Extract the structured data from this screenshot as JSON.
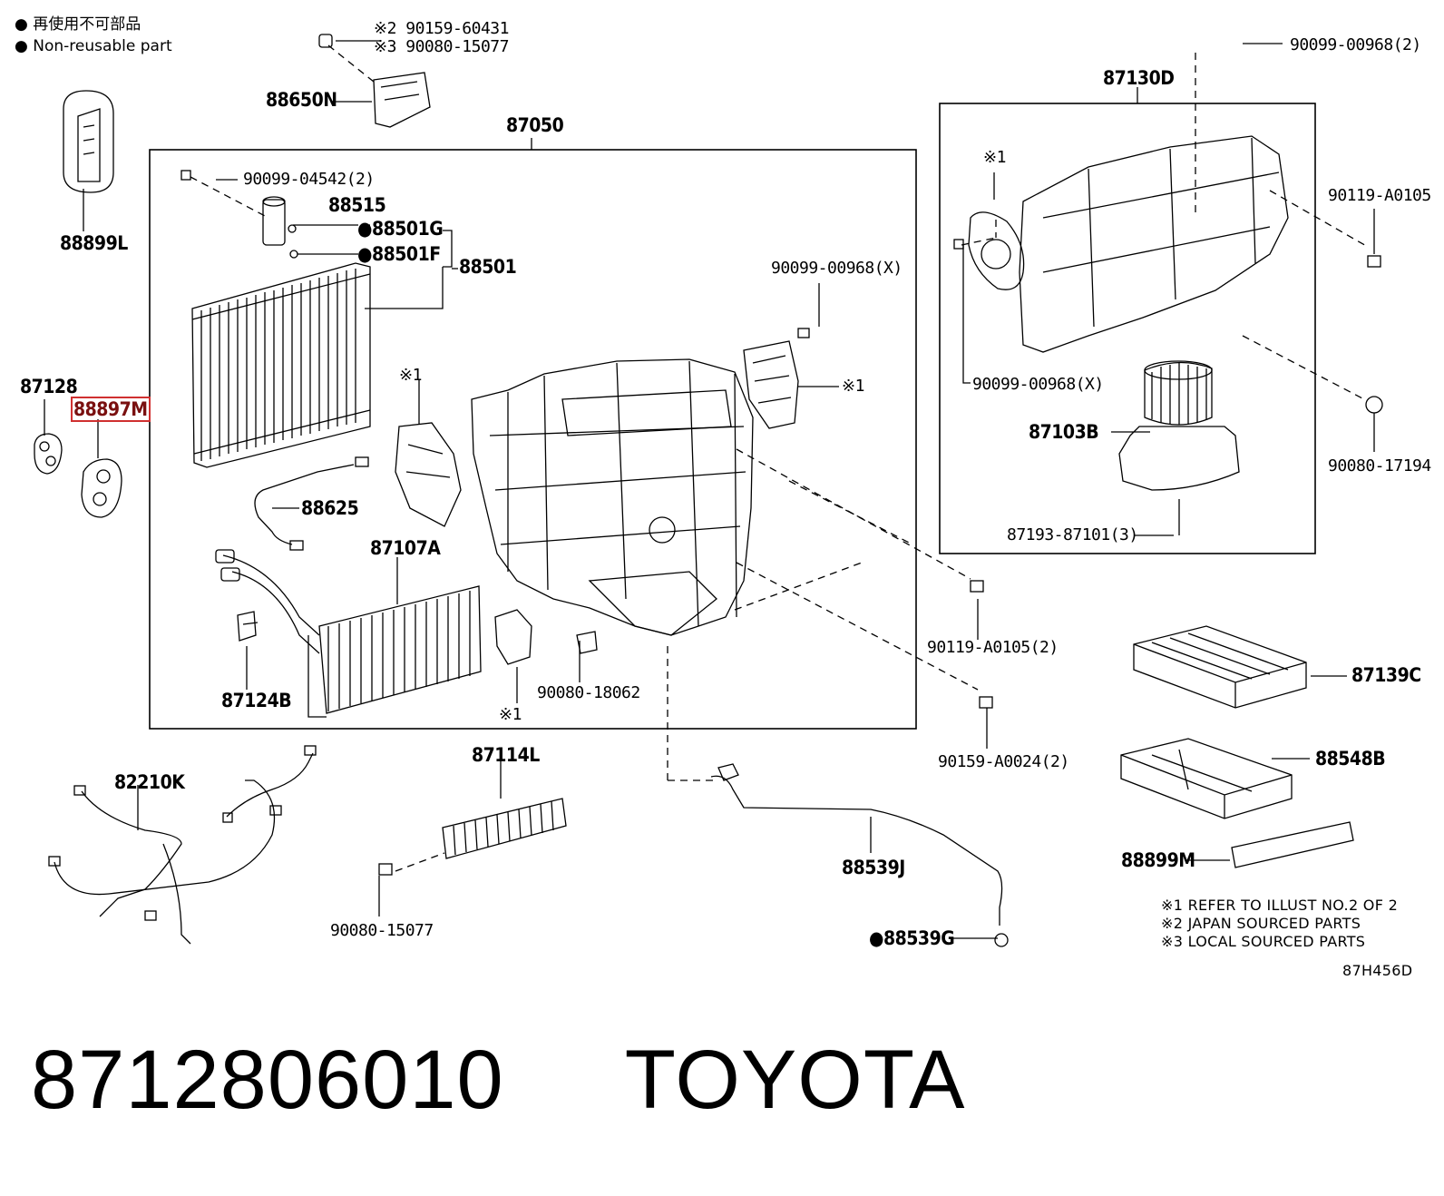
{
  "legend": {
    "item1": "● 再使用不可部品",
    "item2": "● Non-reusable part"
  },
  "labels": {
    "p_2_90159": "※2 90159-60431",
    "p_3_90080": "※3 90080-15077",
    "p_88650N": "88650N",
    "p_87050": "87050",
    "p_90099_04542": "90099-04542(2)",
    "p_88515": "88515",
    "p_88501G": "●88501G",
    "p_88501F": "●88501F",
    "p_88501": "88501",
    "p_88899L": "88899L",
    "p_87128": "87128",
    "p_88897M": "88897M",
    "p_90099_00968X_top": "90099-00968(X)",
    "p_note1_a": "※1",
    "p_note1_b": "※1",
    "p_88625": "88625",
    "p_87107A": "87107A",
    "p_87124B": "87124B",
    "p_90080_18062": "90080-18062",
    "p_note1_c": "※1",
    "p_90099_00968_2": "90099-00968(2)",
    "p_87130D": "87130D",
    "p_note1_d": "※1",
    "p_90119_A0105": "90119-A0105",
    "p_90099_00968X_right": "90099-00968(X)",
    "p_87103B": "87103B",
    "p_90080_17194": "90080-17194",
    "p_87193_87101": "87193-87101(3)",
    "p_90119_A0105_2": "90119-A0105(2)",
    "p_87139C": "87139C",
    "p_90159_A0024": "90159-A0024(2)",
    "p_88548B": "88548B",
    "p_82210K": "82210K",
    "p_87114L": "87114L",
    "p_88539J": "88539J",
    "p_88899M": "88899M",
    "p_90080_15077": "90080-15077",
    "p_88539G": "●88539G"
  },
  "notes": {
    "n1": "※1 REFER TO ILLUST NO.2 OF 2",
    "n2": "※2 JAPAN SOURCED PARTS",
    "n3": "※3 LOCAL SOURCED PARTS",
    "illustration_code": "87H456D"
  },
  "caption": {
    "part_number": "8712806010",
    "brand": "TOYOTA"
  },
  "colors": {
    "line": "#000000",
    "highlight_border": "#d03030"
  }
}
